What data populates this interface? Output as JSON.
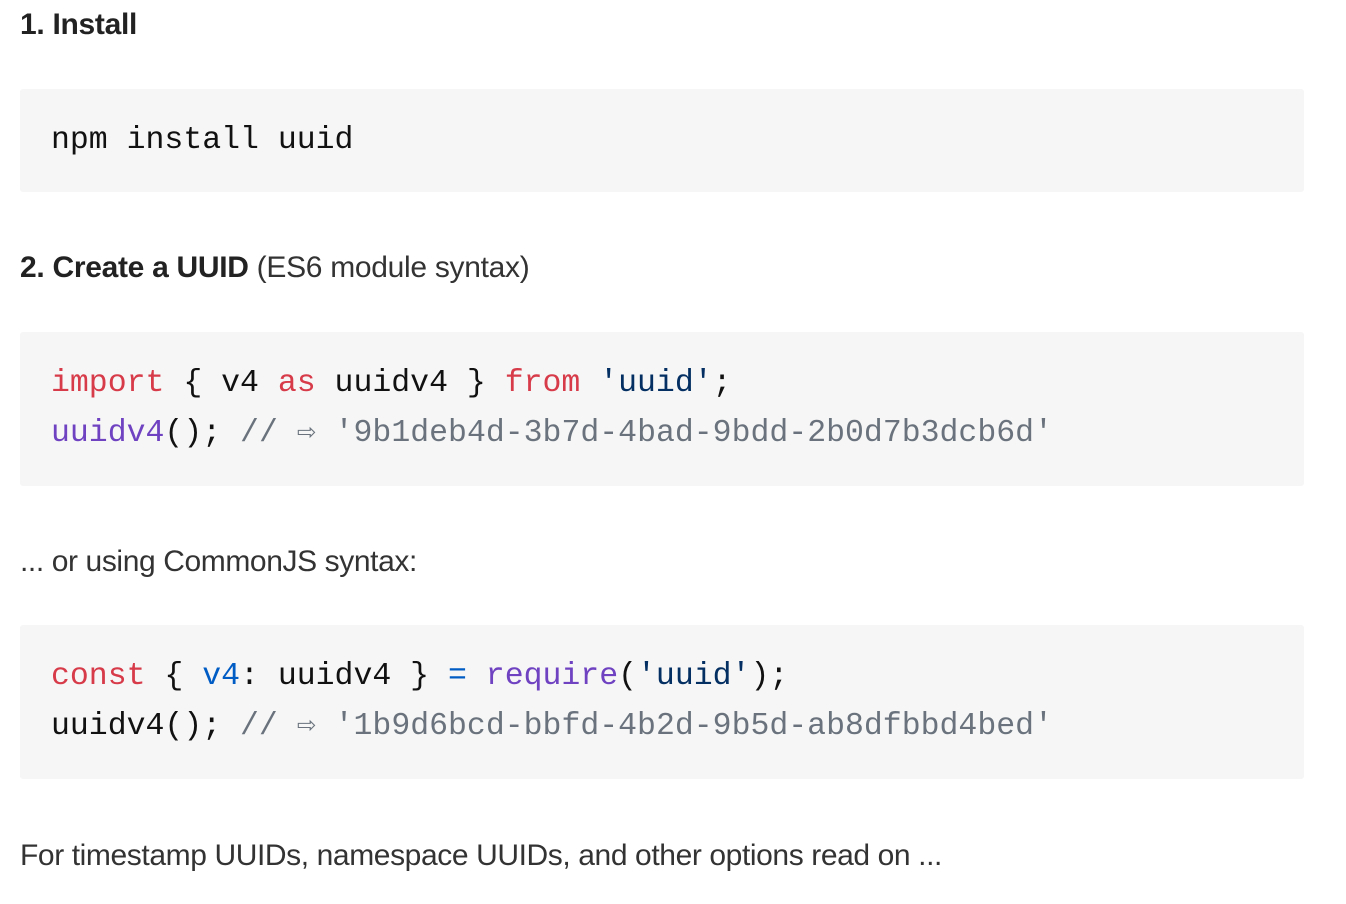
{
  "step1": {
    "heading": "1. Install",
    "code": [
      [
        {
          "t": "npm install uuid",
          "c": "pl"
        }
      ]
    ]
  },
  "step2": {
    "heading": "2. Create a UUID",
    "heading_note": "(ES6 module syntax)",
    "code": [
      [
        {
          "t": "import",
          "c": "kw"
        },
        {
          "t": " { v4 ",
          "c": "pl"
        },
        {
          "t": "as",
          "c": "kw"
        },
        {
          "t": " uuidv4 } ",
          "c": "pl"
        },
        {
          "t": "from",
          "c": "kw"
        },
        {
          "t": " ",
          "c": "pl"
        },
        {
          "t": "'uuid'",
          "c": "str"
        },
        {
          "t": ";",
          "c": "pl"
        }
      ],
      [
        {
          "t": "uuidv4",
          "c": "fn"
        },
        {
          "t": "(); ",
          "c": "pl"
        },
        {
          "t": "// ⇨ '9b1deb4d-3b7d-4bad-9bdd-2b0d7b3dcb6d'",
          "c": "cm"
        }
      ]
    ]
  },
  "commonjs": {
    "text": "... or using CommonJS syntax:",
    "code": [
      [
        {
          "t": "const",
          "c": "kw"
        },
        {
          "t": " { ",
          "c": "pl"
        },
        {
          "t": "v4",
          "c": "op"
        },
        {
          "t": ": uuidv4 } ",
          "c": "pl"
        },
        {
          "t": "=",
          "c": "op"
        },
        {
          "t": " ",
          "c": "pl"
        },
        {
          "t": "require",
          "c": "fn"
        },
        {
          "t": "(",
          "c": "pl"
        },
        {
          "t": "'uuid'",
          "c": "str"
        },
        {
          "t": ");",
          "c": "pl"
        }
      ],
      [
        {
          "t": "uuidv4(); ",
          "c": "pl"
        },
        {
          "t": "// ⇨ '1b9d6bcd-bbfd-4b2d-9b5d-ab8dfbbd4bed'",
          "c": "cm"
        }
      ]
    ]
  },
  "footer_text": "For timestamp UUIDs, namespace UUIDs, and other options read on ...",
  "colors": {
    "keyword": "#d73a49",
    "string": "#032f62",
    "function": "#6f42c1",
    "comment": "#6a737d",
    "operator": "#005cc5",
    "code_bg": "#f6f6f6"
  }
}
